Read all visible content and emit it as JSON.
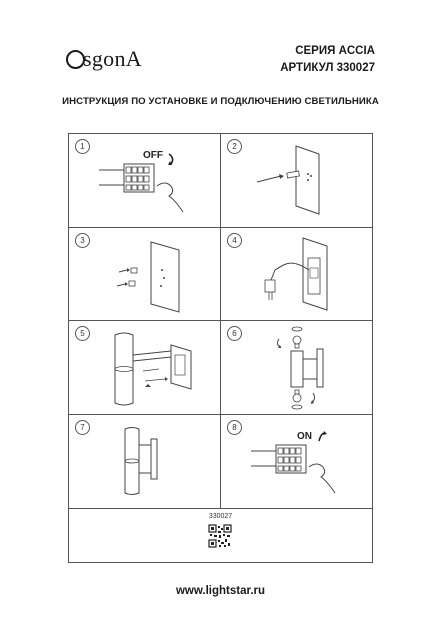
{
  "brand": {
    "logo_text": "sgonA",
    "logo_icon": "osgona-logo-icon"
  },
  "header": {
    "series": "СЕРИЯ ACCIA",
    "article": "АРТИКУЛ 330027"
  },
  "title": "ИНСТРУКЦИЯ ПО УСТАНОВКЕ И ПОДКЛЮЧЕНИЮ СВЕТИЛЬНИКА",
  "steps": [
    {
      "number": "1",
      "label": "OFF",
      "icon": "power-off-switch-icon"
    },
    {
      "number": "2",
      "icon": "drill-wall-icon"
    },
    {
      "number": "3",
      "icon": "wall-plugs-icon"
    },
    {
      "number": "4",
      "icon": "wire-connection-icon"
    },
    {
      "number": "5",
      "icon": "mount-lamp-icon"
    },
    {
      "number": "6",
      "icon": "insert-bulbs-icon"
    },
    {
      "number": "7",
      "icon": "assembled-lamp-icon"
    },
    {
      "number": "8",
      "label": "ON",
      "icon": "power-on-switch-icon"
    }
  ],
  "product_code": "330027",
  "qr_icon": "qr-code-icon",
  "website": "www.lightstar.ru"
}
